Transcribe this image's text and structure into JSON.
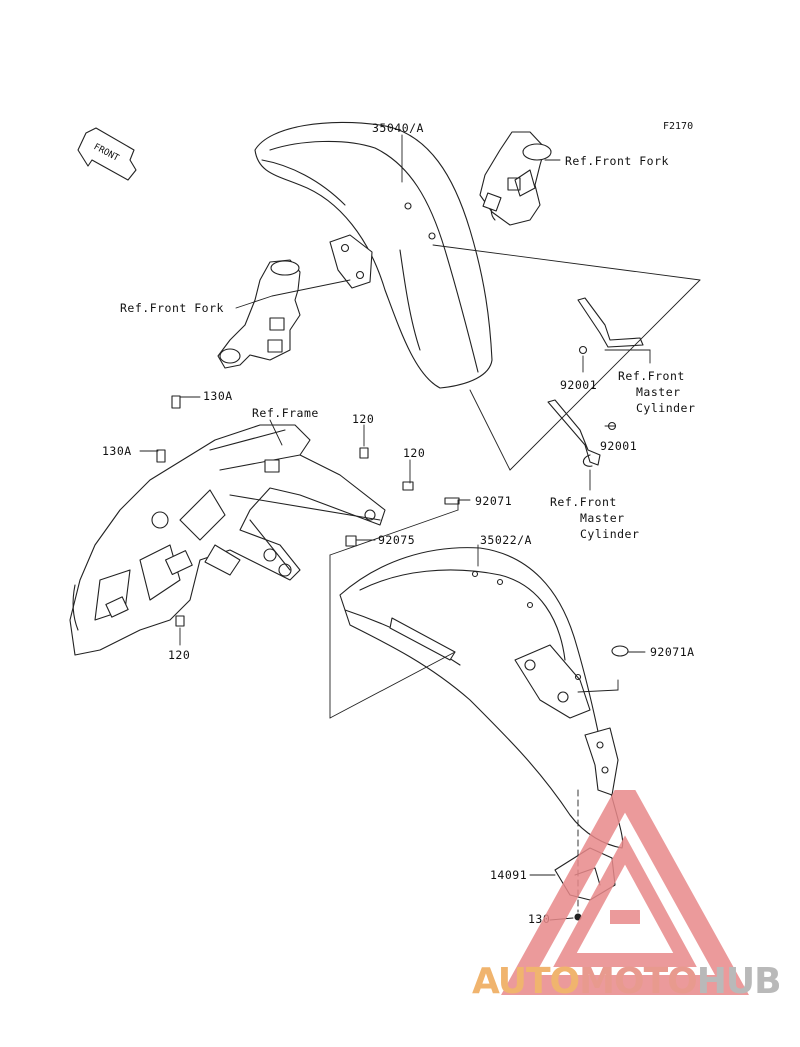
{
  "figure_code": "F2170",
  "front_arrow": "FRONT",
  "labels": {
    "front_fender": "35040/A",
    "ref_front_fork_top": "Ref.Front Fork",
    "ref_front_fork_left": "Ref.Front Fork",
    "bolt_92001_a": "92001",
    "ref_master_cyl_a_1": "Ref.Front",
    "ref_master_cyl_a_2": "Master",
    "ref_master_cyl_a_3": "Cylinder",
    "bolt_92001_b": "92001",
    "ref_master_cyl_b_1": "Ref.Front",
    "ref_master_cyl_b_2": "Master",
    "ref_master_cyl_b_3": "Cylinder",
    "bolt_130a_top": "130A",
    "ref_frame": "Ref.Frame",
    "bolt_120_a": "120",
    "bolt_130a_left": "130A",
    "bolt_120_b": "120",
    "part_92071": "92071",
    "part_92075": "92075",
    "rear_fender": "35022/A",
    "part_92071a": "92071A",
    "bolt_120_c": "120",
    "bracket_14091": "14091",
    "bolt_130": "130"
  },
  "watermark": {
    "part1": "AUTO",
    "part2": "MOTO",
    "part3": "HUB",
    "colors": {
      "auto": "#f0b46e",
      "moto": "#e89a8e",
      "hub": "#b9b9b9",
      "triangle": "#e8888a"
    }
  }
}
